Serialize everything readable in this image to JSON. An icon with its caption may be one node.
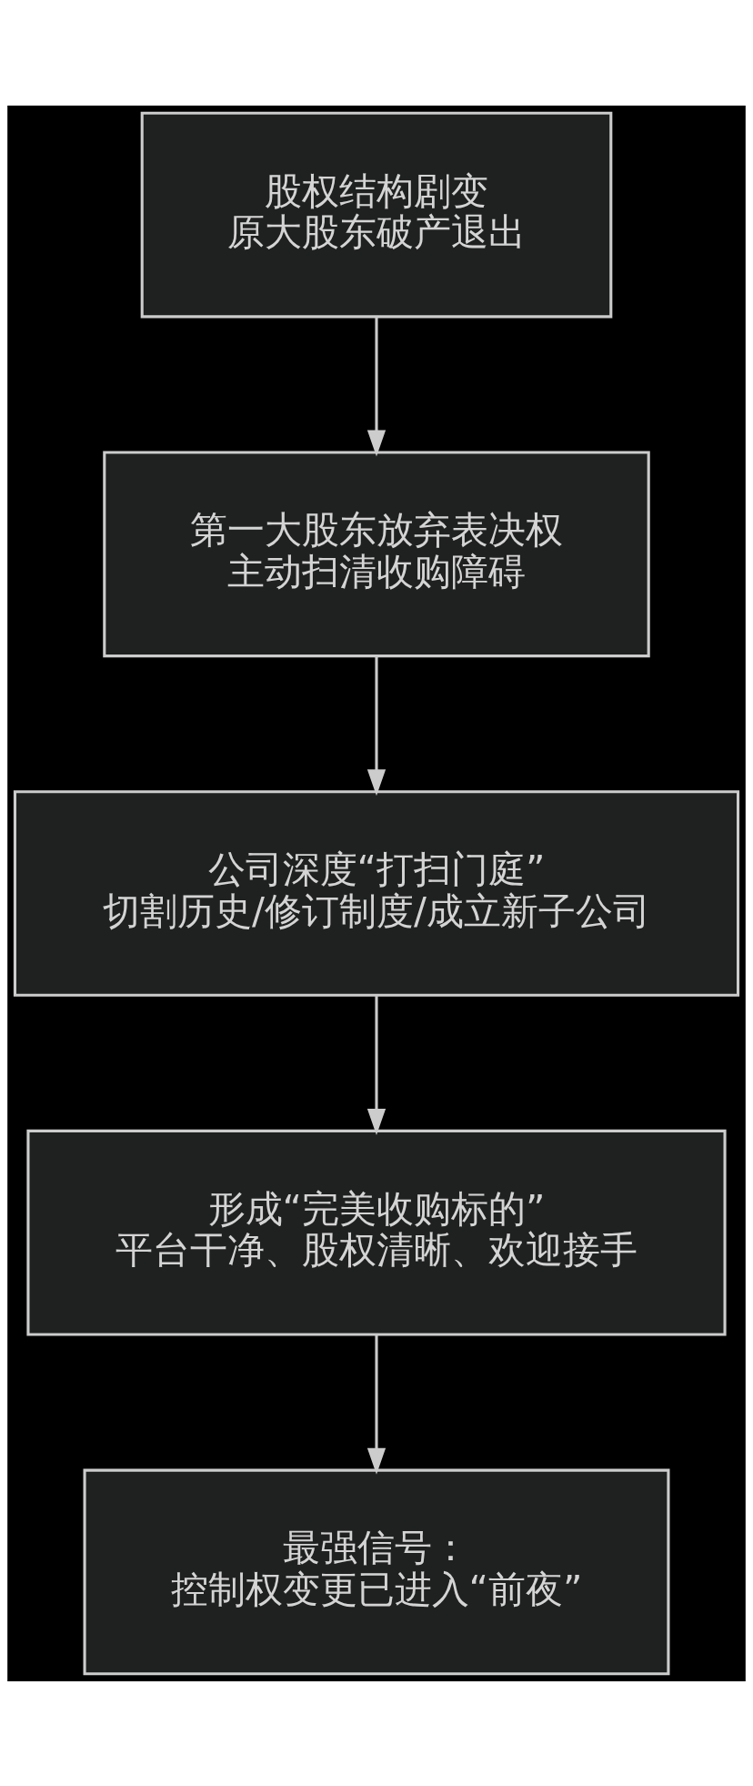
{
  "diagram": {
    "nodes": [
      {
        "text": [
          "股权结构剧变",
          "原大股东破产退出"
        ]
      },
      {
        "text": [
          "第一大股东放弃表决权",
          "主动扫清收购障碍"
        ]
      },
      {
        "text": [
          "公司深度“打扫门庭”",
          "切割历史/修订制度/成立新子公司"
        ]
      },
      {
        "text": [
          "形成“完美收购标的”",
          "平台干净、股权清晰、欢迎接手"
        ]
      },
      {
        "text": [
          "最强信号：",
          "控制权变更已进入“前夜”"
        ]
      }
    ],
    "edges": [
      {
        "from": 0,
        "to": 1,
        "arrow": "to"
      },
      {
        "from": 1,
        "to": 2,
        "arrow": "to"
      },
      {
        "from": 2,
        "to": 3,
        "arrow": "to"
      },
      {
        "from": 3,
        "to": 4,
        "arrow": "to"
      }
    ]
  }
}
